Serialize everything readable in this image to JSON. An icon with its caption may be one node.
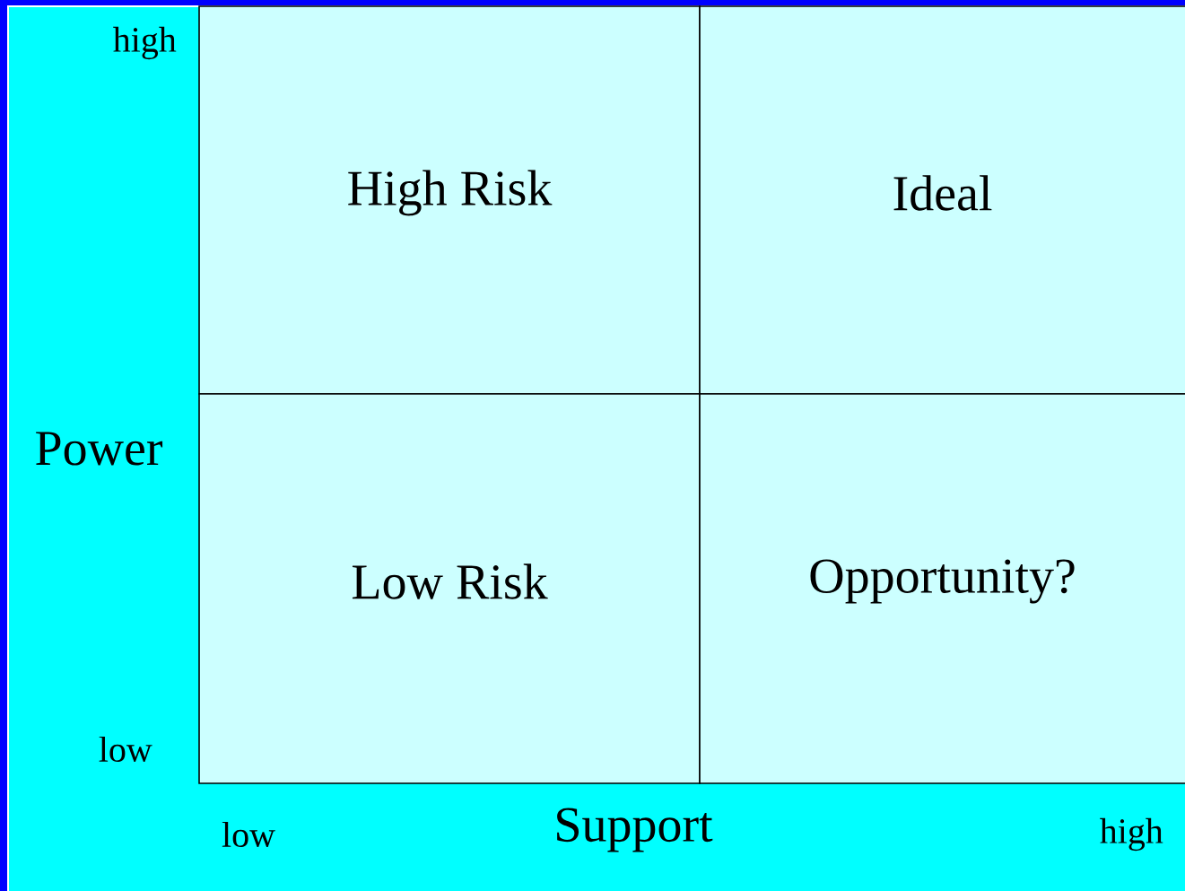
{
  "diagram": {
    "nodes": [
      {
        "text": [
          "High Risk"
        ]
      },
      {
        "text": [
          "Ideal"
        ]
      },
      {
        "text": [
          "Low Risk"
        ]
      },
      {
        "text": [
          "Opportunity?"
        ]
      }
    ],
    "labels": [
      "high",
      "Power",
      "low",
      "low",
      "Support",
      "high"
    ]
  }
}
